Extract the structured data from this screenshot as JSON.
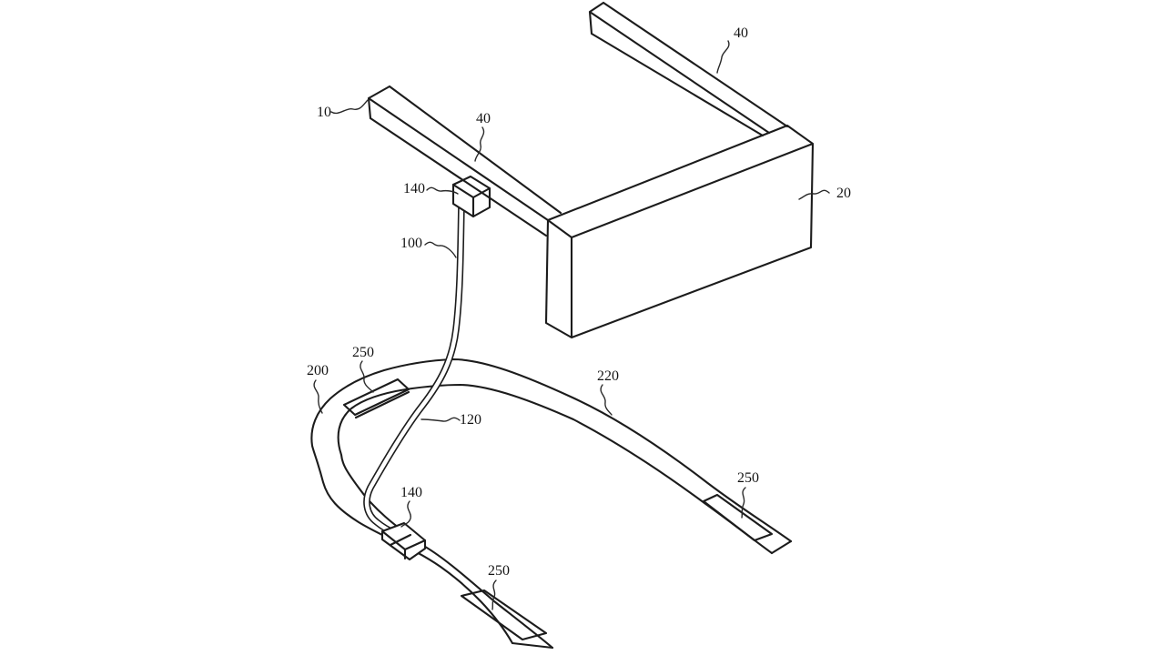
{
  "figure": {
    "background_color": "#ffffff",
    "line_color": "#1c1c1c",
    "kind": "patent-line-drawing"
  },
  "drawing": {
    "reference_labels": {
      "device": {
        "text": "10"
      },
      "display_housing": {
        "text": "20"
      },
      "arm_left": {
        "text": "40"
      },
      "arm_right": {
        "text": "40"
      },
      "cable_upper": {
        "text": "100"
      },
      "cable_lower": {
        "text": "120"
      },
      "connector_frame": {
        "text": "140"
      },
      "connector_band": {
        "text": "140"
      },
      "band": {
        "text": "200"
      },
      "band_right_portion": {
        "text": "220"
      },
      "patch_top": {
        "text": "250"
      },
      "patch_bottom": {
        "text": "250"
      },
      "patch_right": {
        "text": "250"
      }
    }
  }
}
